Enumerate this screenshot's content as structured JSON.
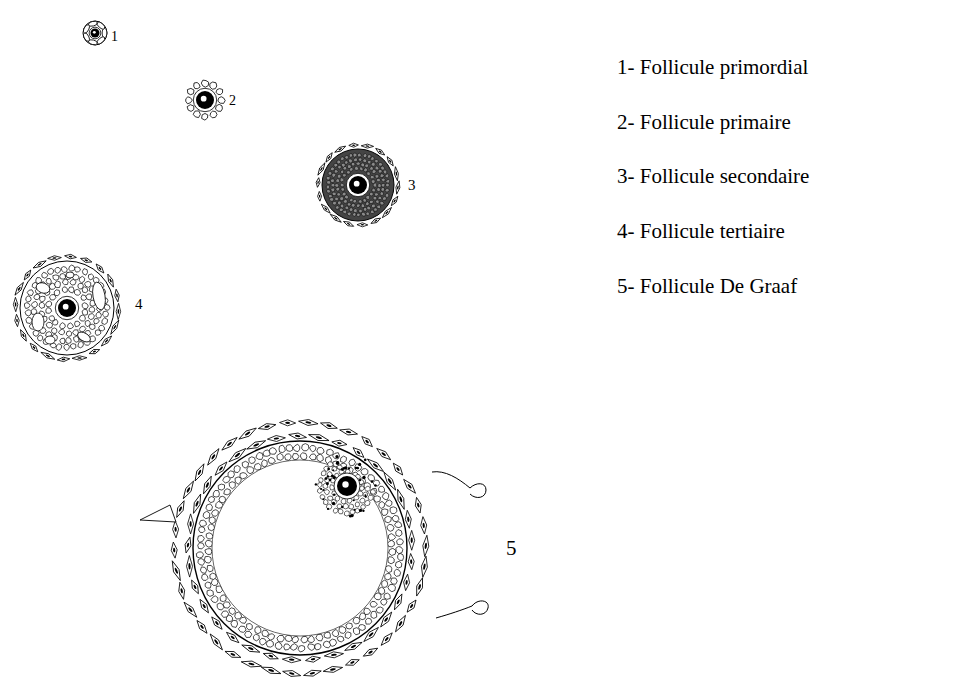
{
  "diagram": {
    "labels": [
      "1",
      "2",
      "3",
      "4",
      "5",
      "1- Follicule primordial",
      "2- Follicule primaire",
      "3- Follicule secondaire",
      "4- Follicule tertiaire",
      "5- Follicule De Graaf"
    ]
  }
}
